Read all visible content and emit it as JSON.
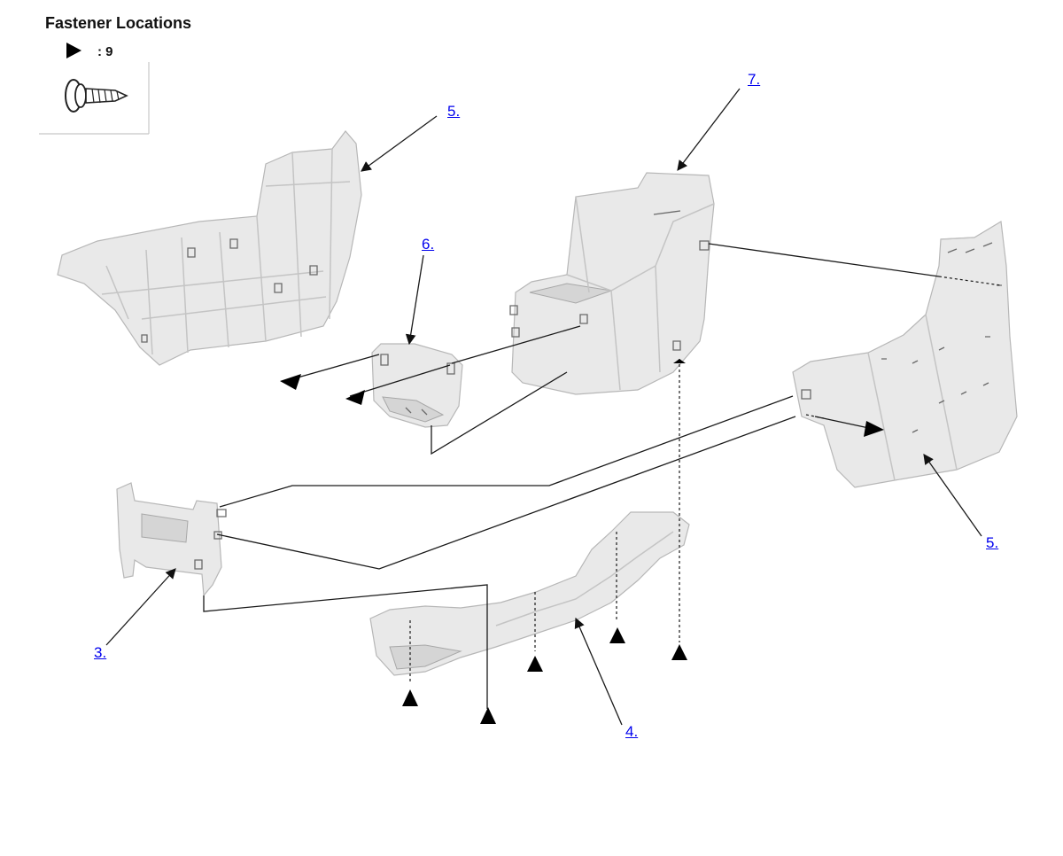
{
  "title": "Fastener Locations",
  "legend": {
    "count_label": ": 9",
    "marker_icon": "triangle-marker-icon",
    "fastener_icon": "screw-icon"
  },
  "callouts": [
    {
      "id": "5a",
      "label": "5."
    },
    {
      "id": "7",
      "label": "7."
    },
    {
      "id": "6",
      "label": "6."
    },
    {
      "id": "5b",
      "label": "5."
    },
    {
      "id": "3",
      "label": "3."
    },
    {
      "id": "4",
      "label": "4."
    }
  ]
}
